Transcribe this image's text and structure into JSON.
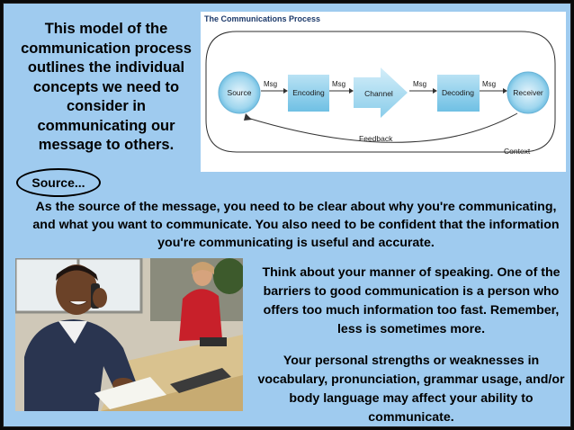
{
  "intro_text": "This model of the communication process outlines the individual concepts we need to consider in communicating our message to others.",
  "diagram": {
    "title": "The Communications Process",
    "nodes": {
      "source": "Source",
      "encoding": "Encoding",
      "channel": "Channel",
      "decoding": "Decoding",
      "receiver": "Receiver"
    },
    "msg_labels": [
      "Msg",
      "Msg",
      "Msg",
      "Msg"
    ],
    "feedback": "Feedback",
    "context": "Context"
  },
  "source_label": "Source...",
  "source_text": "As the source of the message, you need to be clear about why you're communicating, and what you want to communicate. You also need to be confident that the information you're communicating is useful and accurate.",
  "paragraph_1": "Think about your manner of speaking. One of the barriers to good communication is a person who offers too much information too fast. Remember, less is sometimes more.",
  "paragraph_2": "Your personal strengths or weaknesses in vocabulary, pronunciation, grammar usage, and/or body language may affect your ability to communicate."
}
